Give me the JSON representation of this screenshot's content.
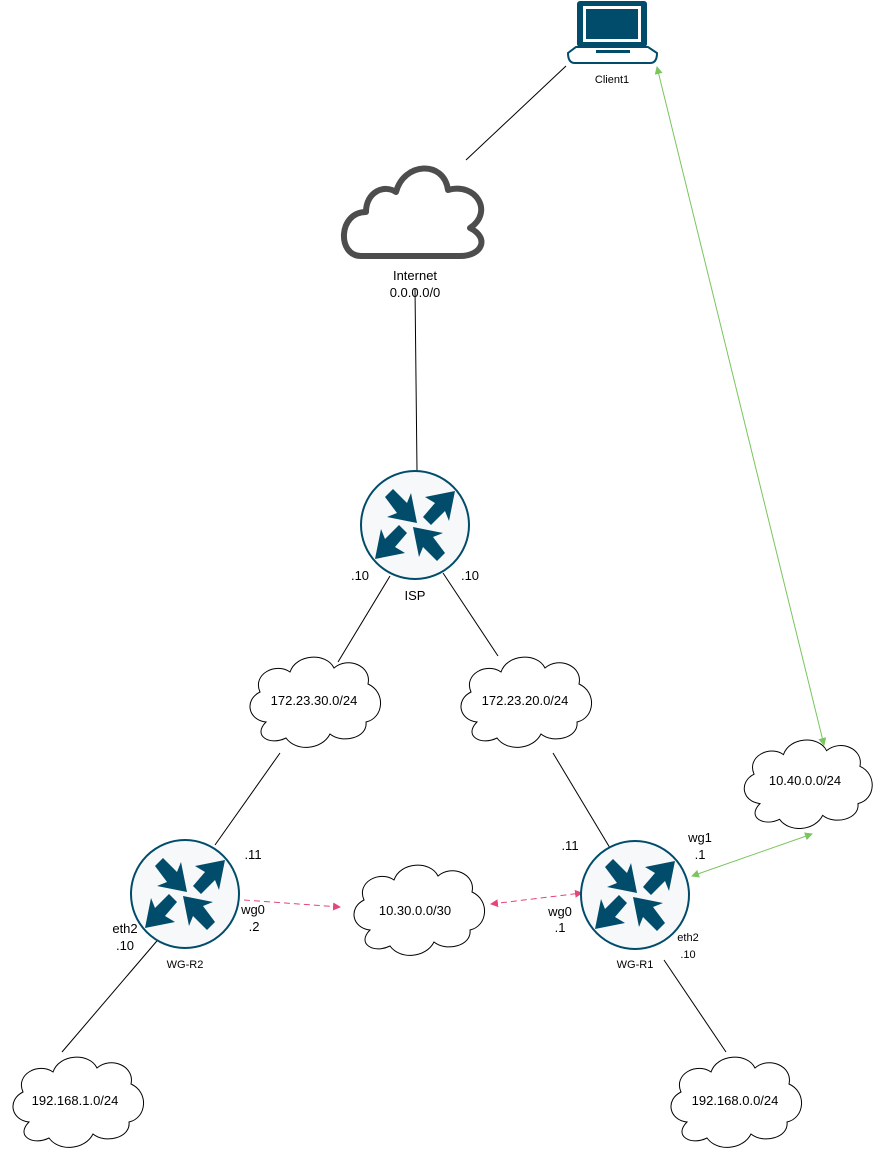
{
  "nodes": {
    "client1": {
      "label": "Client1",
      "icon": "laptop-icon"
    },
    "internet": {
      "label_line1": "Internet",
      "label_line2": "0.0.0.0/0",
      "icon": "internet-cloud-icon"
    },
    "isp": {
      "label": "ISP",
      "icon": "router-icon"
    },
    "wg_r1": {
      "label": "WG-R1",
      "icon": "router-icon"
    },
    "wg_r2": {
      "label": "WG-R2",
      "icon": "router-icon"
    }
  },
  "networks": {
    "net_172_23_30": "172.23.30.0/24",
    "net_172_23_20": "172.23.20.0/24",
    "net_10_40": "10.40.0.0/24",
    "net_10_30": "10.30.0.0/30",
    "net_192_168_1": "192.168.1.0/24",
    "net_192_168_0": "192.168.0.0/24"
  },
  "interfaces": {
    "isp_left": ".10",
    "isp_right": ".10",
    "wg_r2_uplink": ".11",
    "wg_r2_wg0_name": "wg0",
    "wg_r2_wg0_ip": ".2",
    "wg_r2_eth2_name": "eth2",
    "wg_r2_eth2_ip": ".10",
    "wg_r1_uplink": ".11",
    "wg_r1_wg0_name": "wg0",
    "wg_r1_wg0_ip": ".1",
    "wg_r1_wg1_name": "wg1",
    "wg_r1_wg1_ip": ".1",
    "wg_r1_eth2_name": "eth2",
    "wg_r1_eth2_ip": ".10"
  },
  "colors": {
    "router_fill": "#f6f8f9",
    "router_stroke": "#004c6a",
    "router_arrow": "#004c6a",
    "laptop": "#004c6a",
    "internet_cloud": "#4d4d4d",
    "wireguard_tunnel": "#e6457a",
    "client_tunnel": "#7ac55e",
    "link": "#000000"
  }
}
